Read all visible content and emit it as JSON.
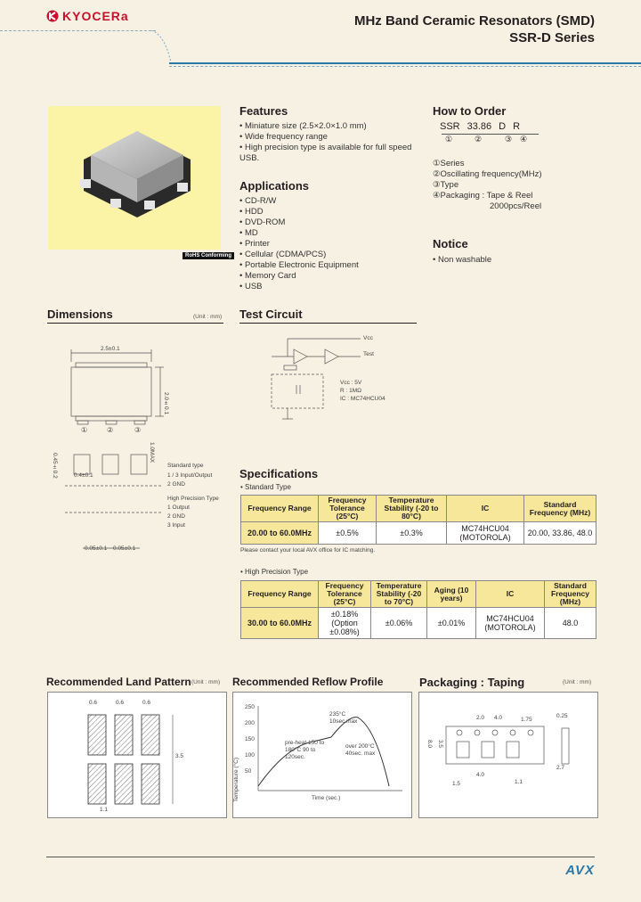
{
  "header": {
    "brand": "KYOCERa",
    "title_line1": "MHz Band Ceramic Resonators (SMD)",
    "title_line2": "SSR-D Series"
  },
  "features": {
    "title": "Features",
    "items": [
      "Miniature size (2.5×2.0×1.0 mm)",
      "Wide frequency range",
      "High precision type is available for full speed USB."
    ]
  },
  "applications": {
    "title": "Applications",
    "items": [
      "CD-R/W",
      "HDD",
      "DVD-ROM",
      "MD",
      "Printer",
      "Cellular (CDMA/PCS)",
      "Portable Electronic Equipment",
      "Memory Card",
      "USB"
    ]
  },
  "rohs_label": "RoHS Conforming",
  "how_to_order": {
    "title": "How to Order",
    "code": [
      "SSR",
      "33.86",
      "D",
      "R"
    ],
    "marks": [
      "①",
      "②",
      "③",
      "④"
    ],
    "legend": [
      "①Series",
      "②Oscillating frequency(MHz)",
      "③Type",
      "④Packaging : Tape & Reel",
      "2000pcs/Reel"
    ]
  },
  "notice": {
    "title": "Notice",
    "items": [
      "Non washable"
    ]
  },
  "dimensions": {
    "title": "Dimensions",
    "unit": "(Unit : mm)",
    "dim_top": "2.5±0.1",
    "dim_side": "2.0±0.1",
    "pins": [
      "①",
      "②",
      "③"
    ],
    "dim_h1": "0.45±0.2",
    "dim_h2": "1.0MAX",
    "dim_w1": "0.4±0.1",
    "dim_p1": "0.05±0.1",
    "dim_p2": "0.05±0.1",
    "std_title": "Standard type",
    "std_rows": [
      [
        "1 / 3",
        "Input/Output"
      ],
      [
        "2",
        "GND"
      ]
    ],
    "hp_title": "High Precision Type",
    "hp_rows": [
      [
        "1",
        "Output"
      ],
      [
        "2",
        "GND"
      ],
      [
        "3",
        "Input"
      ]
    ]
  },
  "test_circuit": {
    "title": "Test Circuit",
    "labels": [
      "Vcc",
      "Test",
      "Vcc : 5V",
      "R : 1MΩ",
      "IC : MC74HCU04"
    ]
  },
  "specs": {
    "title": "Specifications",
    "std_label": "Standard Type",
    "std_headers": [
      "Frequency Range",
      "Frequency Tolerance (25°C)",
      "Temperature Stability (-20 to 80°C)",
      "IC",
      "Standard Frequency (MHz)"
    ],
    "std_row": [
      "20.00 to 60.0MHz",
      "±0.5%",
      "±0.3%",
      "MC74HCU04 (MOTOROLA)",
      "20.00, 33.86, 48.0"
    ],
    "note": "Please contact your local AVX office for IC matching.",
    "hp_label": "High Precision Type",
    "hp_headers": [
      "Frequency Range",
      "Frequency Tolerance (25°C)",
      "Temperature Stability (-20 to 70°C)",
      "Aging (10 years)",
      "IC",
      "Standard Frequency (MHz)"
    ],
    "hp_row": [
      "30.00 to 60.0MHz",
      "±0.18% (Option ±0.08%)",
      "±0.06%",
      "±0.01%",
      "MC74HCU04 (MOTOROLA)",
      "48.0"
    ]
  },
  "land_pattern": {
    "title": "Recommended Land Pattern",
    "unit": "(Unit : mm)",
    "dims": [
      "0.6",
      "0.6",
      "0.6",
      "1.1"
    ],
    "side": "3.5"
  },
  "reflow": {
    "title": "Recommended Reflow Profile",
    "y_label": "Temperature (°C)",
    "x_label": "Time (sec.)",
    "y_ticks": [
      "250",
      "200",
      "150",
      "100",
      "50"
    ],
    "peak": "235°C 10sec.max",
    "preheat": "pre-heat 150 to 180°C 90 to 120sec.",
    "over": "over 200°C 40sec. max"
  },
  "packaging": {
    "title": "Packaging : Taping",
    "unit": "(Unit : mm)",
    "dims": [
      "2.0",
      "4.0",
      "1.75",
      "0.25",
      "8.0",
      "3.5",
      "4.0",
      "1.5",
      "2.7",
      "1.1"
    ]
  },
  "footer": {
    "brand": "AVX"
  }
}
